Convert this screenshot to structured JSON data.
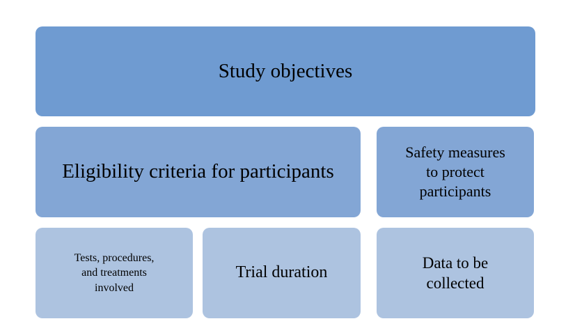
{
  "diagram": {
    "type": "block-layout",
    "background_color": "#ffffff",
    "text_color": "#000000",
    "rows": [
      {
        "row_index": 1,
        "fill_color": "#6f9bd1",
        "blocks": [
          {
            "label": "Study objectives"
          }
        ]
      },
      {
        "row_index": 2,
        "fill_color": "#83a6d5",
        "blocks": [
          {
            "label": "Eligibility criteria for participants"
          },
          {
            "label": "Safety measures\nto protect\nparticipants"
          }
        ]
      },
      {
        "row_index": 3,
        "fill_color": "#adc3e0",
        "blocks": [
          {
            "label": "Tests, procedures,\nand treatments\ninvolved"
          },
          {
            "label": "Trial duration"
          },
          {
            "label": "Data to be\ncollected"
          }
        ]
      }
    ]
  }
}
